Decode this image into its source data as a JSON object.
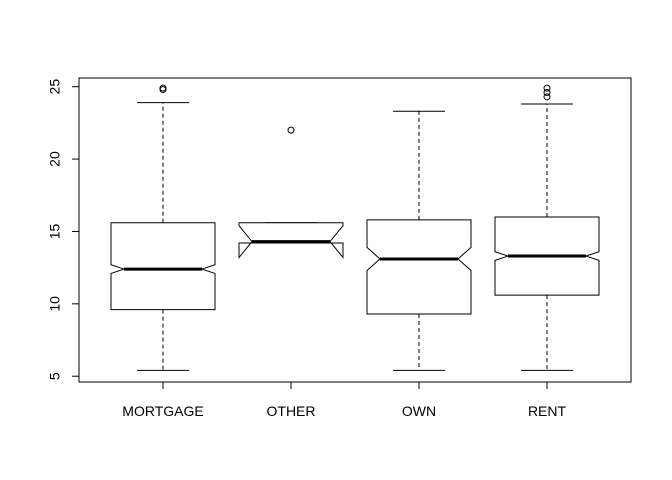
{
  "chart_data": {
    "type": "boxplot",
    "notched": true,
    "title": "",
    "xlabel": "",
    "ylabel": "",
    "ylim": [
      4.6,
      25.6
    ],
    "yticks": [
      5,
      10,
      15,
      20,
      25
    ],
    "categories": [
      "MORTGAGE",
      "OTHER",
      "OWN",
      "RENT"
    ],
    "boxes": [
      {
        "category": "MORTGAGE",
        "whisker_low": 5.4,
        "q1": 9.6,
        "median": 12.4,
        "q3": 15.6,
        "whisker_high": 23.9,
        "notch_low": 12.1,
        "notch_high": 12.7,
        "outliers": [
          24.8,
          24.9
        ]
      },
      {
        "category": "OTHER",
        "whisker_low": 14.2,
        "q1": 14.2,
        "median": 14.3,
        "q3": 15.6,
        "whisker_high": 15.6,
        "notch_low": 13.2,
        "notch_high": 15.4,
        "outliers": [
          22.0
        ]
      },
      {
        "category": "OWN",
        "whisker_low": 5.4,
        "q1": 9.3,
        "median": 13.1,
        "q3": 15.8,
        "whisker_high": 23.3,
        "notch_low": 12.3,
        "notch_high": 13.9,
        "outliers": []
      },
      {
        "category": "RENT",
        "whisker_low": 5.4,
        "q1": 10.6,
        "median": 13.3,
        "q3": 16.0,
        "whisker_high": 23.8,
        "notch_low": 13.0,
        "notch_high": 13.6,
        "outliers": [
          24.3,
          24.6,
          24.9
        ]
      }
    ],
    "grid": false,
    "legend": "none",
    "colors": {
      "stroke": "#000000",
      "fill": "#ffffff"
    }
  }
}
